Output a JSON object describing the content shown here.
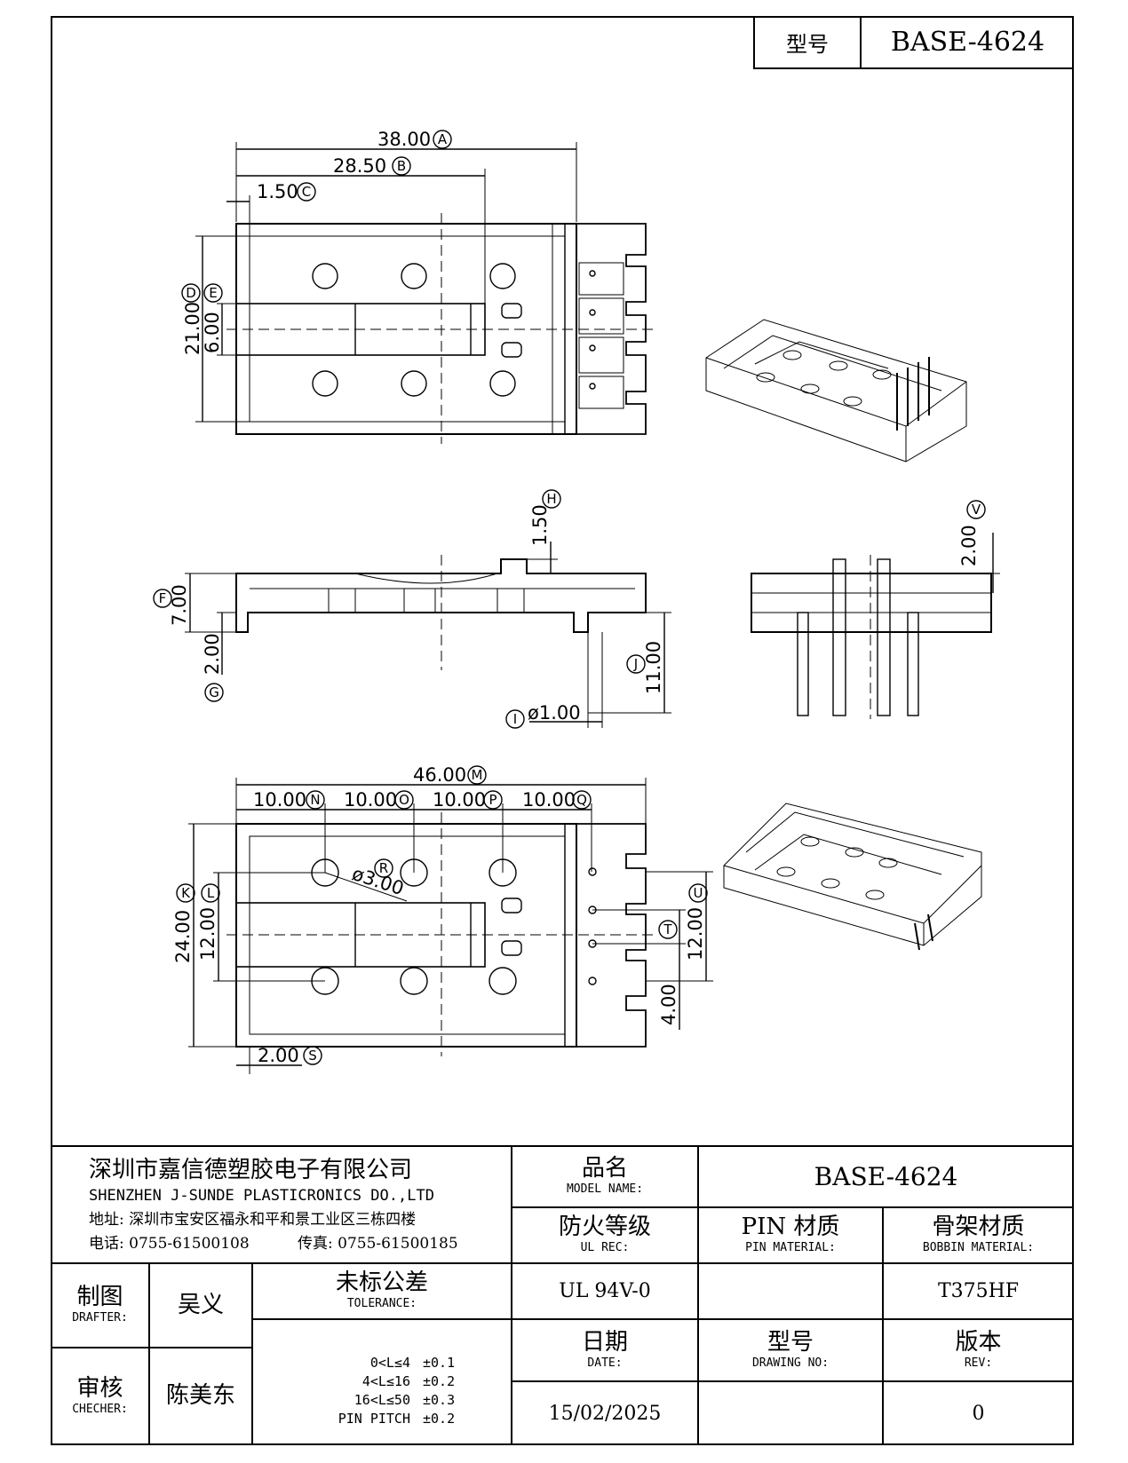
{
  "header": {
    "label": "型号",
    "value": "BASE-4624"
  },
  "top_view": {
    "dims": {
      "a": "38.00",
      "b": "28.50",
      "c": "1.50",
      "d": "21.00",
      "e": "6.00"
    },
    "markers": {
      "a": "A",
      "b": "B",
      "c": "C",
      "d": "D",
      "e": "E"
    }
  },
  "side_view": {
    "dims": {
      "f": "7.00",
      "g": "2.00",
      "h": "1.50",
      "i": "ø1.00",
      "j": "11.00",
      "v": "2.00"
    },
    "markers": {
      "f": "F",
      "g": "G",
      "h": "H",
      "i": "I",
      "j": "J",
      "v": "V"
    }
  },
  "bottom_view": {
    "dims": {
      "m": "46.00",
      "n": "10.00",
      "o": "10.00",
      "p": "10.00",
      "q": "10.00",
      "r": "ø3.00",
      "k": "24.00",
      "l": "12.00",
      "s": "2.00",
      "u": "12.00",
      "t": "4.00"
    },
    "markers": {
      "m": "M",
      "n": "N",
      "o": "O",
      "p": "P",
      "q": "Q",
      "r": "R",
      "k": "K",
      "l": "L",
      "s": "S",
      "u": "U",
      "t": "T"
    }
  },
  "title_block": {
    "company_cn": "深圳市嘉信德塑胶电子有限公司",
    "company_en": "SHENZHEN J-SUNDE PLASTICRONICS DO.,LTD",
    "address": "地址: 深圳市宝安区福永和平和景工业区三栋四楼",
    "phone": "电话: 0755-61500108",
    "fax": "传真: 0755-61500185",
    "model_name_cn": "品名",
    "model_name_en": "MODEL NAME:",
    "model_name_value": "BASE-4624",
    "ul_cn": "防火等级",
    "ul_en": "UL REC:",
    "ul_value": "UL 94V-0",
    "pin_cn": "PIN 材质",
    "pin_en": "PIN MATERIAL:",
    "pin_value": "",
    "bobbin_cn": "骨架材质",
    "bobbin_en": "BOBBIN MATERIAL:",
    "bobbin_value": "T375HF",
    "drafter_cn": "制图",
    "drafter_en": "DRAFTER:",
    "drafter_value": "吴义",
    "checker_cn": "审核",
    "checker_en": "CHECHER:",
    "checker_value": "陈美东",
    "tolerance_cn": "未标公差",
    "tolerance_en": "TOLERANCE:",
    "tolerances": [
      {
        "range": "0<L≤4",
        "value": "±0.1"
      },
      {
        "range": "4<L≤16",
        "value": "±0.2"
      },
      {
        "range": "16<L≤50",
        "value": "±0.3"
      },
      {
        "range": "PIN PITCH",
        "value": "±0.2"
      }
    ],
    "date_cn": "日期",
    "date_en": "DATE:",
    "date_value": "15/02/2025",
    "drawing_cn": "型号",
    "drawing_en": "DRAWING NO:",
    "drawing_value": "",
    "rev_cn": "版本",
    "rev_en": "REV:",
    "rev_value": "0"
  }
}
